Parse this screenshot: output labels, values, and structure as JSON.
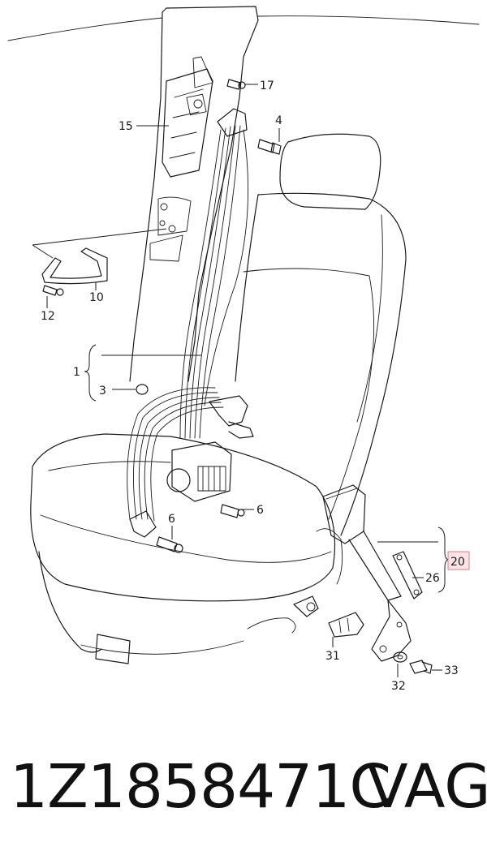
{
  "callouts": {
    "c17": "17",
    "c15": "15",
    "c4": "4",
    "c12": "12",
    "c10": "10",
    "c1": "1",
    "c3": "3",
    "c6a": "6",
    "c6b": "6",
    "c20": "20",
    "c26": "26",
    "c31": "31",
    "c32": "32",
    "c33": "33"
  },
  "highlight_color": "#e07a8a",
  "footer": {
    "part_number": "1Z1858471C",
    "brand": "VAG"
  }
}
